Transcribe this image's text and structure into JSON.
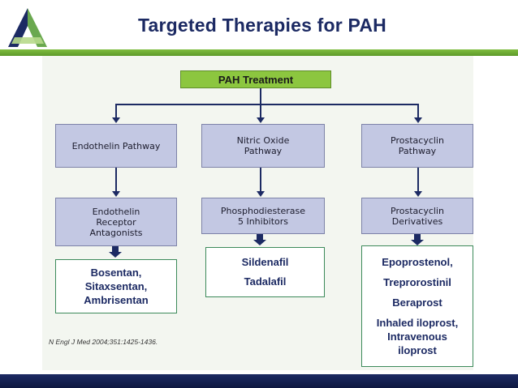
{
  "title": "Targeted Therapies for PAH",
  "root": "PAH Treatment",
  "pathways": [
    {
      "pathway": [
        "Endothelin Pathway"
      ],
      "mechanism": [
        "Endothelin",
        "Receptor",
        "Antagonists"
      ],
      "drugs": [
        "Bosentan,",
        "Sitaxsentan,",
        "Ambrisentan"
      ]
    },
    {
      "pathway": [
        "Nitric Oxide",
        "Pathway"
      ],
      "mechanism": [
        "Phosphodiesterase",
        "5 Inhibitors"
      ],
      "drugs": [
        "Sildenafil",
        "Tadalafil"
      ]
    },
    {
      "pathway": [
        "Prostacyclin",
        "Pathway"
      ],
      "mechanism": [
        "Prostacyclin",
        "Derivatives"
      ],
      "drugs": [
        "Epoprostenol,",
        "Treprorostinil",
        "Beraprost",
        "Inhaled iloprost,",
        "Intravenous",
        "iloprost"
      ]
    }
  ],
  "citation": "N Engl J Med 2004;351:1425-1436.",
  "colors": {
    "navy": "#1c2a63",
    "green": "#8cc63f",
    "lavender": "#c3c8e3",
    "teal_border": "#3c8a5a"
  }
}
